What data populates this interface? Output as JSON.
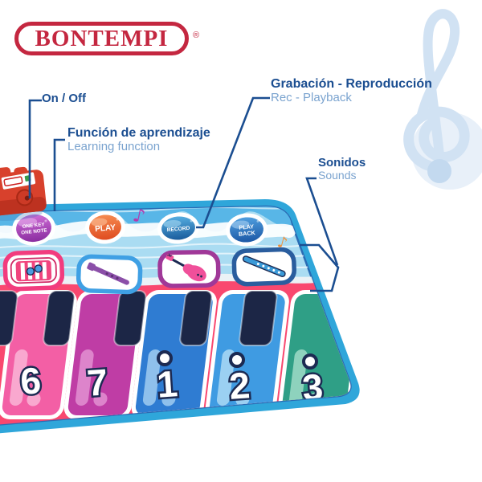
{
  "brand": {
    "name": "BONTEMPI",
    "registered_mark": "®"
  },
  "annotations": {
    "on_off": {
      "label": "On / Off"
    },
    "learning": {
      "es": "Función de aprendizaje",
      "en": "Learning function"
    },
    "rec_playback": {
      "es": "Grabación - Reproducción",
      "en": "Rec - Playback"
    },
    "sounds": {
      "es": "Sonidos",
      "en": "Sounds"
    }
  },
  "mat": {
    "buttons": {
      "one_key_one_note": {
        "line1": "ONE KEY",
        "line2": "ONE NOTE",
        "color": "#a83bb8"
      },
      "play": {
        "label": "PLAY",
        "color": "#e8542e"
      },
      "record": {
        "label": "RECORD",
        "color": "#2074b8"
      },
      "play_back": {
        "line1": "PLAY",
        "line2": "BACK",
        "color": "#2264b4"
      }
    },
    "instrument_pads": [
      {
        "name": "xylophone",
        "border_color": "#f23c7e"
      },
      {
        "name": "recorder",
        "border_color": "#3fa0e4"
      },
      {
        "name": "guitar",
        "border_color": "#a03898"
      },
      {
        "name": "flute",
        "border_color": "#2a5d9e"
      }
    ],
    "keys": [
      {
        "number": "6",
        "octave_dot": false,
        "color": "#f35fa5",
        "highlight": "#f9a8cf"
      },
      {
        "number": "7",
        "octave_dot": false,
        "color": "#bf3da5",
        "highlight": "#dd84cb"
      },
      {
        "number": "1",
        "octave_dot": true,
        "color": "#2f7cd2",
        "highlight": "#8fc0ec"
      },
      {
        "number": "2",
        "octave_dot": true,
        "color": "#3f9be2",
        "highlight": "#9bd0f2"
      },
      {
        "number": "3",
        "octave_dot": true,
        "color": "#2f9f86",
        "highlight": "#8ed2bd"
      }
    ],
    "decorations": {
      "note_glyph": "♪"
    }
  },
  "colors": {
    "annotation_dark": "#1b4e91",
    "annotation_light": "#7aa3cf",
    "logo_red": "#c42740",
    "mat_edge": "#2fa6da",
    "mat_red": "#f9486f",
    "mat_blue_top": "#58b6e7",
    "mat_blue_light": "#aadcf2",
    "black_key": "#1c2646",
    "control_box_red": "#d8412c",
    "clef_blue": "#cddff2"
  }
}
